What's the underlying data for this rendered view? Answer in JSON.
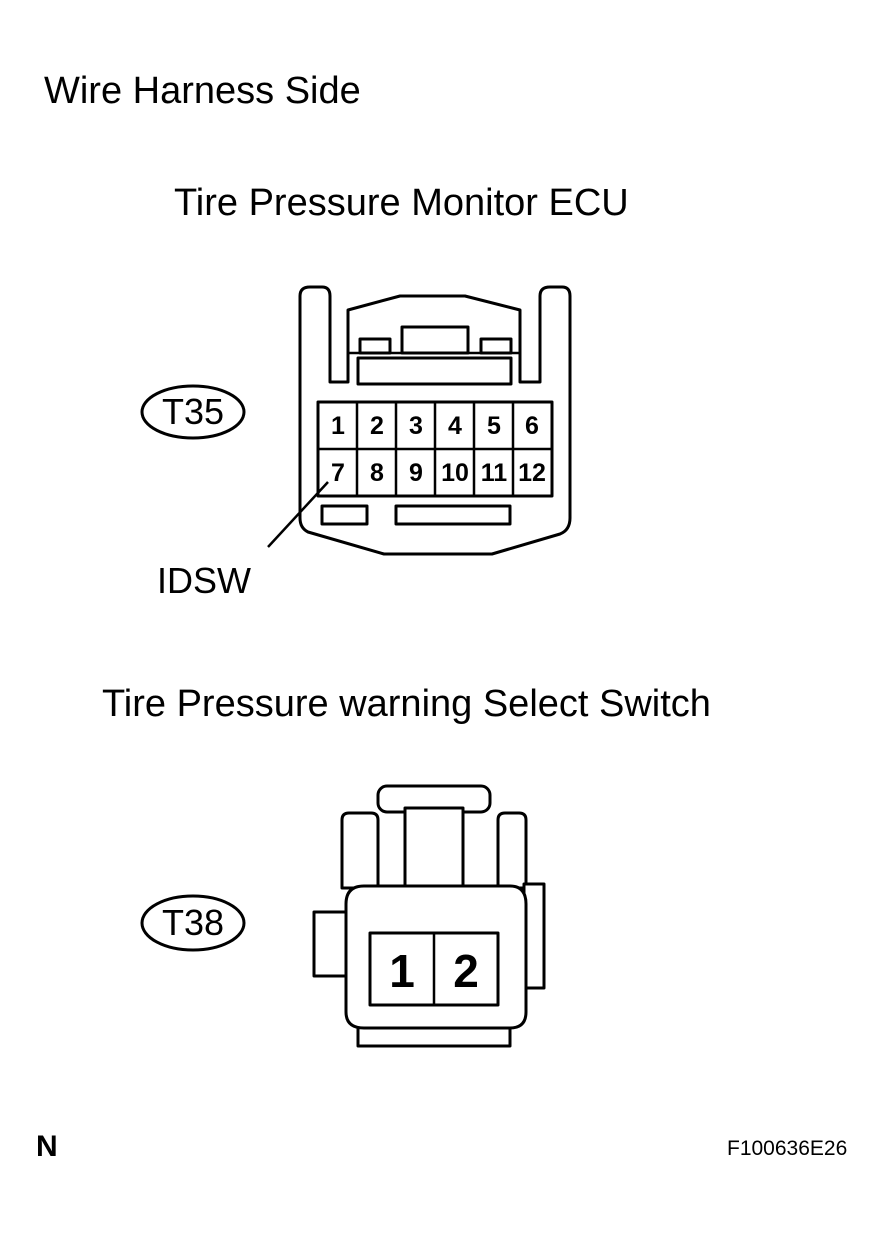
{
  "header": "Wire Harness Side",
  "connectors": [
    {
      "title": "Tire Pressure Monitor ECU",
      "code": "T35",
      "pins": [
        "1",
        "2",
        "3",
        "4",
        "5",
        "6",
        "7",
        "8",
        "9",
        "10",
        "11",
        "12"
      ],
      "callout": "IDSW"
    },
    {
      "title": "Tire Pressure warning Select Switch",
      "code": "T38",
      "pins": [
        "1",
        "2"
      ]
    }
  ],
  "footer": {
    "left": "N",
    "right": "F100636E26"
  }
}
